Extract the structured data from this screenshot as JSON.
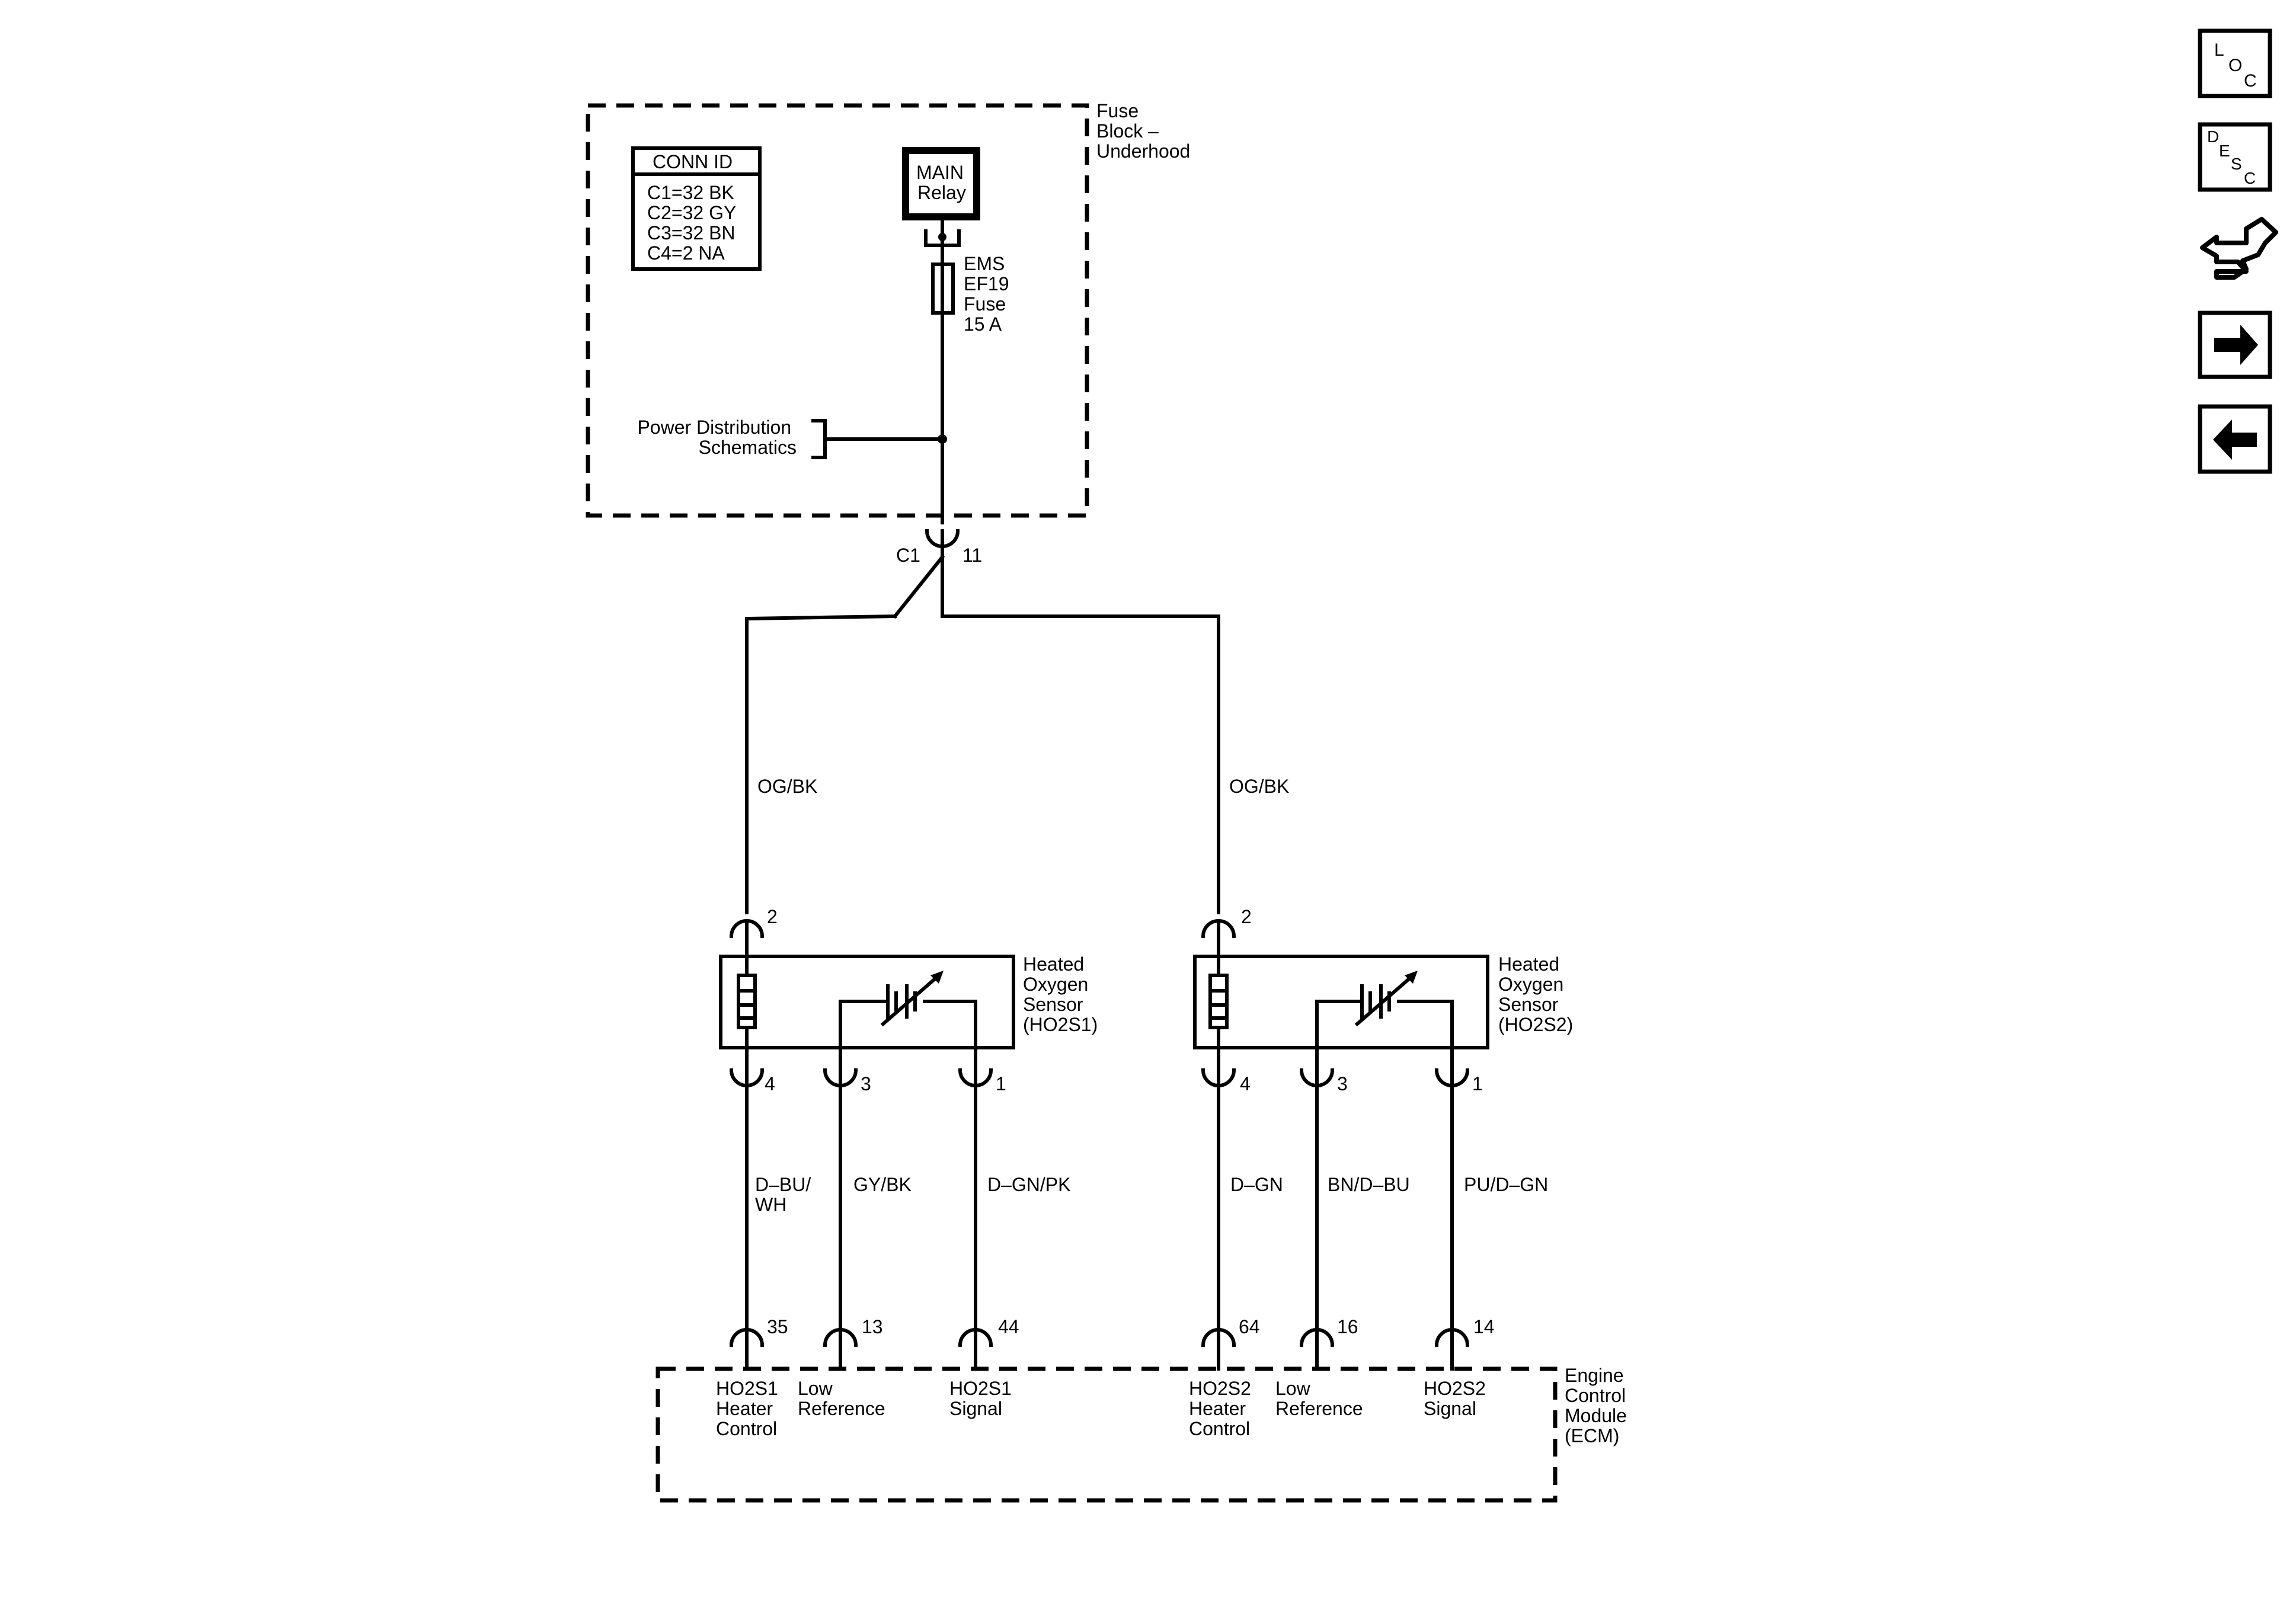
{
  "fuse_block": {
    "name_lines": [
      "Fuse",
      "Block –",
      "Underhood"
    ],
    "conn_title": "CONN ID",
    "conn_rows": [
      "C1=32 BK",
      "C2=32 GY",
      "C3=32 BN",
      "C4=2 NA"
    ],
    "relay_lines": [
      "MAIN",
      "Relay"
    ],
    "fuse_lines": [
      "EMS",
      "EF19",
      "Fuse",
      "15 A"
    ],
    "power_dist_lines": [
      "Power Distribution",
      "Schematics"
    ]
  },
  "connector": {
    "name": "C1",
    "pin": "11"
  },
  "feed_wires": {
    "left_color": "OG/BK",
    "right_color": "OG/BK"
  },
  "sensor1": {
    "name_lines": [
      "Heated",
      "Oxygen",
      "Sensor",
      "(HO2S1)"
    ],
    "top_pin": "2",
    "pins": [
      "4",
      "3",
      "1"
    ],
    "wire_colors": [
      [
        "D–BU/",
        "WH"
      ],
      [
        "GY/BK"
      ],
      [
        "D–GN/PK"
      ]
    ],
    "ecm_pins": [
      "35",
      "13",
      "44"
    ]
  },
  "sensor2": {
    "name_lines": [
      "Heated",
      "Oxygen",
      "Sensor",
      "(HO2S2)"
    ],
    "top_pin": "2",
    "pins": [
      "4",
      "3",
      "1"
    ],
    "wire_colors": [
      [
        "D–GN"
      ],
      [
        "BN/D–BU"
      ],
      [
        "PU/D–GN"
      ]
    ],
    "ecm_pins": [
      "64",
      "16",
      "14"
    ]
  },
  "ecm": {
    "name_lines": [
      "Engine",
      "Control",
      "Module",
      "(ECM)"
    ],
    "circuits": [
      [
        "HO2S1",
        "Heater",
        "Control"
      ],
      [
        "Low",
        "Reference"
      ],
      [
        "HO2S1",
        "Signal"
      ],
      [
        "HO2S2",
        "Heater",
        "Control"
      ],
      [
        "Low",
        "Reference"
      ],
      [
        "HO2S2",
        "Signal"
      ]
    ]
  },
  "nav_buttons": {
    "loc": [
      "L",
      "O",
      "C"
    ],
    "desc": [
      "D",
      "E",
      "S",
      "C"
    ],
    "icons": [
      "connector-icon",
      "forward-arrow-icon",
      "back-arrow-icon"
    ]
  }
}
